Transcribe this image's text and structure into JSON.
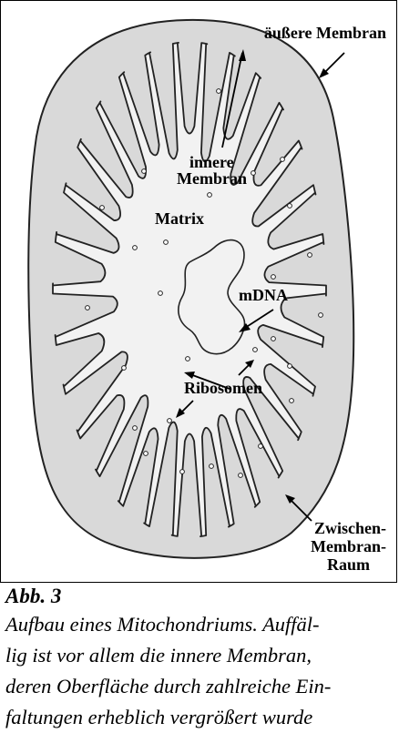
{
  "figure": {
    "labels": {
      "outer_membrane": "äußere Membran",
      "inner_membrane_line1": "innere",
      "inner_membrane_line2": "Membran",
      "matrix": "Matrix",
      "mdna": "mDNA",
      "ribosomes": "Ribosomen",
      "intermembrane_line1": "Zwischen-",
      "intermembrane_line2": "Membran-",
      "intermembrane_line3": "Raum"
    },
    "colors": {
      "intermembrane_fill": "#d9d9d9",
      "matrix_fill": "#f2f2f2",
      "stroke": "#222222"
    }
  },
  "caption": {
    "title": "Abb. 3",
    "lines": [
      "Aufbau eines Mitochondriums. Auffäl-",
      "lig ist vor allem die innere Membran,",
      "deren Oberfläche durch zahlreiche Ein-",
      "faltungen erheblich vergrößert wurde"
    ]
  }
}
